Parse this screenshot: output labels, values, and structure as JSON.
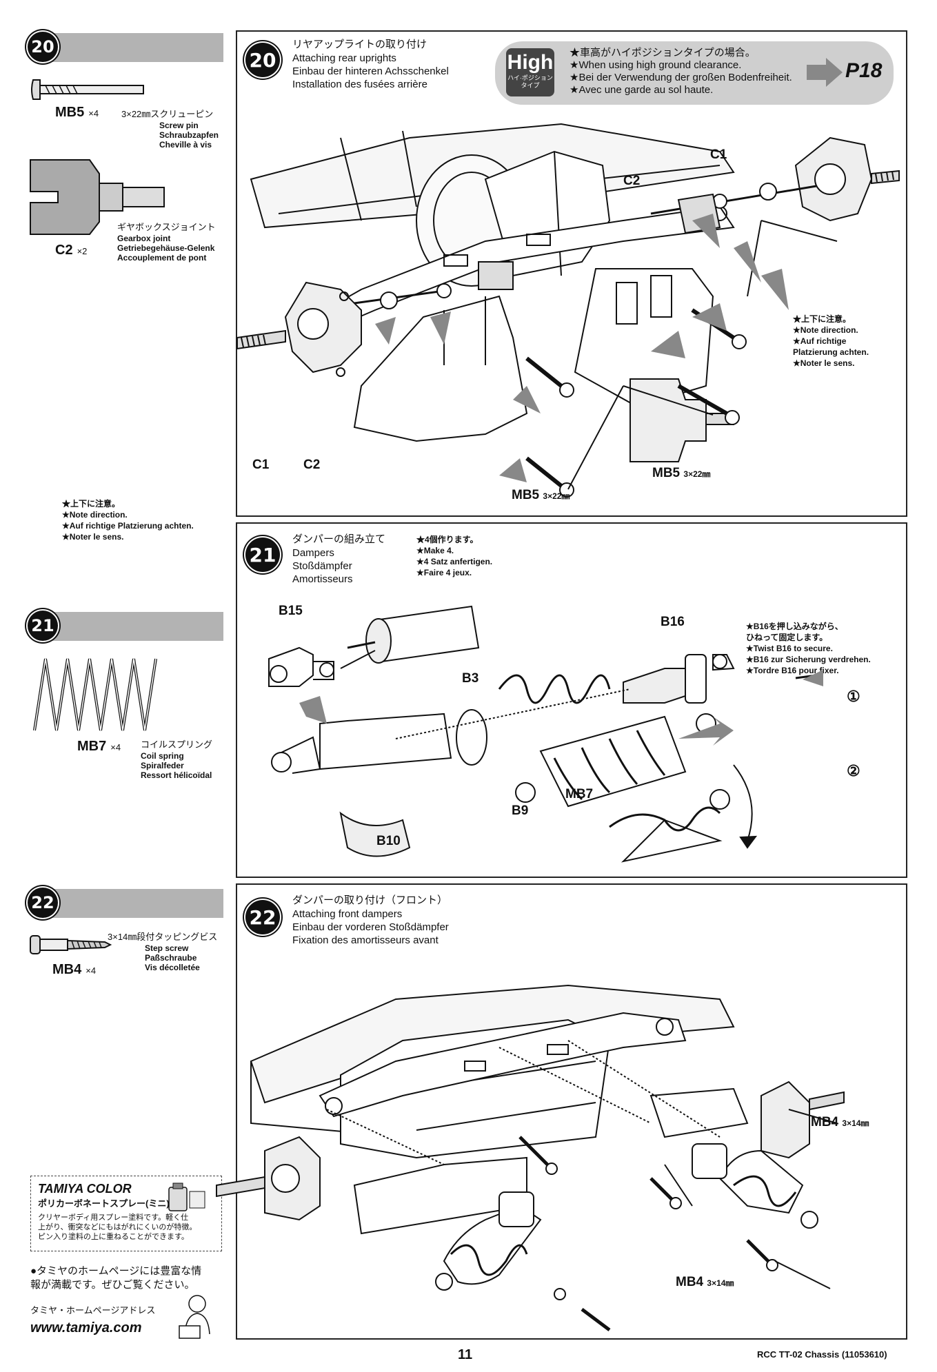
{
  "left_column": {
    "step20": {
      "number": "20",
      "parts": [
        {
          "code": "MB5",
          "qty": "×4",
          "jp": "3×22㎜スクリューピン",
          "names": [
            "Screw pin",
            "Schraubzapfen",
            "Cheville à vis"
          ]
        },
        {
          "code": "C2",
          "qty": "×2",
          "jp": "ギヤボックスジョイント",
          "names": [
            "Gearbox joint",
            "Getriebegehäuse-Gelenk",
            "Accouplement de pont"
          ]
        }
      ],
      "note": [
        "★上下に注意。",
        "★Note direction.",
        "★Auf richtige Platzierung achten.",
        "★Noter le sens."
      ]
    },
    "step21": {
      "number": "21",
      "parts": [
        {
          "code": "MB7",
          "qty": "×4",
          "jp": "コイルスプリング",
          "names": [
            "Coil spring",
            "Spiralfeder",
            "Ressort hélicoïdal"
          ]
        }
      ]
    },
    "step22": {
      "number": "22",
      "parts": [
        {
          "code": "MB4",
          "qty": "×4",
          "jp": "3×14㎜段付タッピングビス",
          "names": [
            "Step screw",
            "Paßschraube",
            "Vis décolletée"
          ]
        }
      ]
    },
    "ad": {
      "brand": "TAMIYA COLOR",
      "subtitle": "ポリカーボネートスプレー(ミニ)",
      "body": [
        "クリヤーボディ用スプレー塗料です。軽く仕",
        "上がり、衝突などにもはがれにくいのが特徴。",
        "ピン入り塗料の上に重ねることができます。"
      ],
      "homepage_note": [
        "●タミヤのホームページには豊富な情",
        "報が満載です。ぜひご覧ください。"
      ],
      "homepage_label": "タミヤ・ホームページアドレス",
      "url": "www.tamiya.com"
    }
  },
  "panel20": {
    "number": "20",
    "title_jp": "リヤアップライトの取り付け",
    "title_en": "Attaching rear uprights",
    "title_de": "Einbau der hinteren Achsschenkel",
    "title_fr": "Installation des fusées arrière",
    "high_box": {
      "badge_big": "High",
      "badge_small": "ハイ·ポジション\nタイプ",
      "lines": [
        "★車高がハイポジションタイプの場合。",
        "★When using high ground clearance.",
        "★Bei der Verwendung der großen Bodenfreiheit.",
        "★Avec une garde au sol haute."
      ],
      "page_ref": "P18"
    },
    "labels": {
      "c1_top": "C1",
      "c2_top": "C2",
      "c1_bottom": "C1",
      "c2_bottom": "C2",
      "mb5_bottom": "MB5",
      "mb5_right": "MB5",
      "size": "3×22㎜"
    },
    "note_right": [
      "★上下に注意。",
      "★Note direction.",
      "★Auf richtige",
      "Platzierung achten.",
      "★Noter le sens."
    ]
  },
  "panel21": {
    "number": "21",
    "title_jp": "ダンパーの組み立て",
    "title_en": "Dampers",
    "title_de": "Stoßdämpfer",
    "title_fr": "Amortisseurs",
    "make_notes": [
      "★4個作ります。",
      "★Make 4.",
      "★4 Satz anfertigen.",
      "★Faire 4 jeux."
    ],
    "twist_notes": [
      "★B16を押し込みながら、",
      "ひねって固定します。",
      "★Twist B16 to secure.",
      "★B16 zur Sicherung verdrehen.",
      "★Tordre B16 pour fixer."
    ],
    "labels": {
      "b15": "B15",
      "b3": "B3",
      "b16": "B16",
      "b9": "B9",
      "mb7": "MB7",
      "b10": "B10",
      "step1": "①",
      "step2": "②"
    }
  },
  "panel22": {
    "number": "22",
    "title_jp": "ダンパーの取り付け（フロント）",
    "title_en": "Attaching front dampers",
    "title_de": "Einbau der vorderen Stoßdämpfer",
    "title_fr": "Fixation des amortisseurs avant",
    "labels": {
      "mb4_top": "MB4",
      "mb4_bottom": "MB4",
      "size": "3×14㎜"
    }
  },
  "footer": {
    "page_number": "11",
    "doc_id": "RCC TT-02 Chassis (11053610)"
  }
}
